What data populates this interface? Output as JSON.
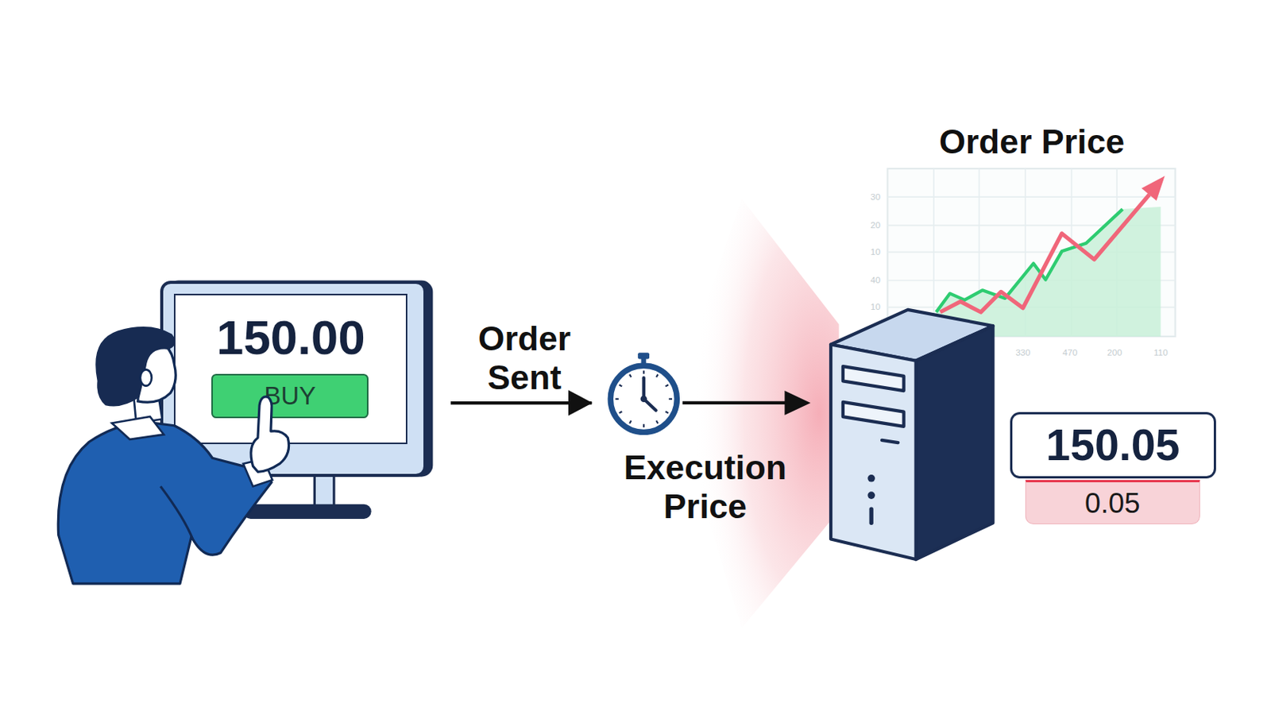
{
  "diagram": {
    "nodes": [
      {
        "text": [
          "150.00"
        ]
      },
      {
        "text": [
          "BUY"
        ],
        "in": 0
      },
      {
        "text": [
          "Execution Price"
        ]
      },
      {
        "text": [
          "Order Price"
        ]
      },
      {
        "text": [
          "150.05"
        ]
      },
      {
        "text": [
          "0.05"
        ]
      }
    ],
    "edges": [
      {
        "from": 0,
        "to": 2,
        "label": "Order Sent",
        "arrow": "to"
      }
    ],
    "labels": [
      "30",
      "20",
      "10",
      "40",
      "10",
      "330",
      "470",
      "200",
      "110"
    ]
  }
}
